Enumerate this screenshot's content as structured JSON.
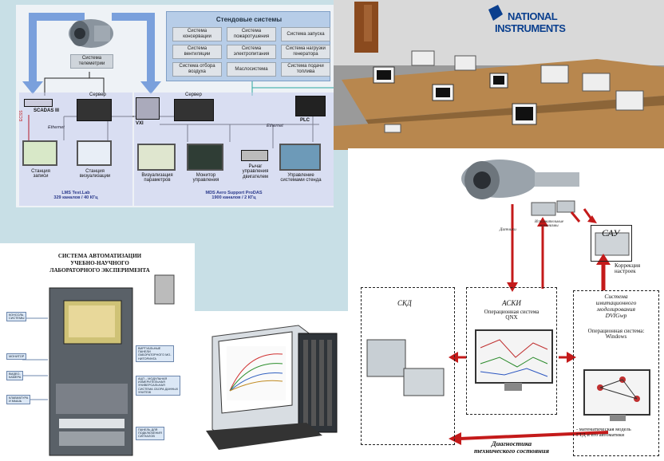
{
  "lms": {
    "engine_label": "Система\nтелеметрии",
    "stand_title": "Стендовые системы",
    "stand_cells": [
      "Система\nконсервации",
      "Система\nпожаротушения",
      "Система запуска",
      "Система\nвентиляции",
      "Система\nэлектропитания",
      "Система нагрузки\nгенератора",
      "Система отбора\nвоздуха",
      "Маслосистема",
      "Система подачи\nтоплива"
    ],
    "scadas": "SCADAS III",
    "server1": "Сервер",
    "server2": "Сервер",
    "vxi": "VXI",
    "plc": "PLC",
    "ethernet1": "Ethernet",
    "ethernet2": "Ethernet",
    "ecss": "ECSS",
    "station_record": "Станция\nзаписи",
    "station_viz": "Станция\nвизуализации",
    "viz_params": "Визуализация\nпараметров",
    "monitor_ctrl": "Монитор\nуправления",
    "engine_lever": "Рычаг\nуправления\nдвигателем",
    "stand_ctrl": "Управление\nсистемами стенда",
    "lms_caption": "LMS Test.Lab\n329 каналов / 40 КГц",
    "mds_caption": "MDS Aero Support ProDAS\n1900 каналов / 2 КГц"
  },
  "ni": {
    "brand_line1": "NATIONAL",
    "brand_line2": "INSTRUMENTS"
  },
  "rack": {
    "title": "СИСТЕМА АВТОМАТИЗАЦИИ\nУЧЕБНО-НАУЧНОГО\nЛАБОРАТОРНОГО ЭКСПЕРИМЕНТА",
    "tags_left": [
      "КОНСОЛЬ\nСИСТЕМЫ",
      "МОНИТОР",
      "ВИДЕО-\nКАМЕРА",
      "КЛАВИАТУРА\nИ МЫШЬ"
    ],
    "tags_right": [
      "ВИРТУАЛЬНЫЕ\nПАНЕЛИ\nЛАБОРАТОРНОГО МО-\nНИТОРИНГА",
      "АЦП – МОДУЛЬНАЯ\nИЗМЕРИТЕЛЬНАЯ\nУНИВЕРСАЛЬНАЯ\nСИСТЕМА СБОРА ДАННЫХ\nУНИТЕЖ",
      "ПАНЕЛЬ ДЛЯ\nПОДКЛЮЧЕНИЯ\nСИГНАЛОВ"
    ]
  },
  "diag": {
    "sensors": "Датчики",
    "actuators": "Исполнительные\nмеханизмы",
    "sau": "САУ",
    "correction": "Коррекция\nнастроек",
    "skd": "СКД",
    "asks": "АСКИ",
    "asks_os": "Операционная система\nQNX",
    "sim_title": "Система\nимитационного\nмоделирования\nDVIGwp",
    "sim_os": "Операционная система:\nWindows",
    "math_model": "- математическая модель\nГТД и его автоматики",
    "diagnostics": "Диагностика\nтехнического состояния"
  },
  "colors": {
    "arrow_red": "#c41a1a",
    "thick_blue": "#7aa0dc",
    "teal_line": "#2aa6a0",
    "ni_blue": "#0a3f8e"
  }
}
